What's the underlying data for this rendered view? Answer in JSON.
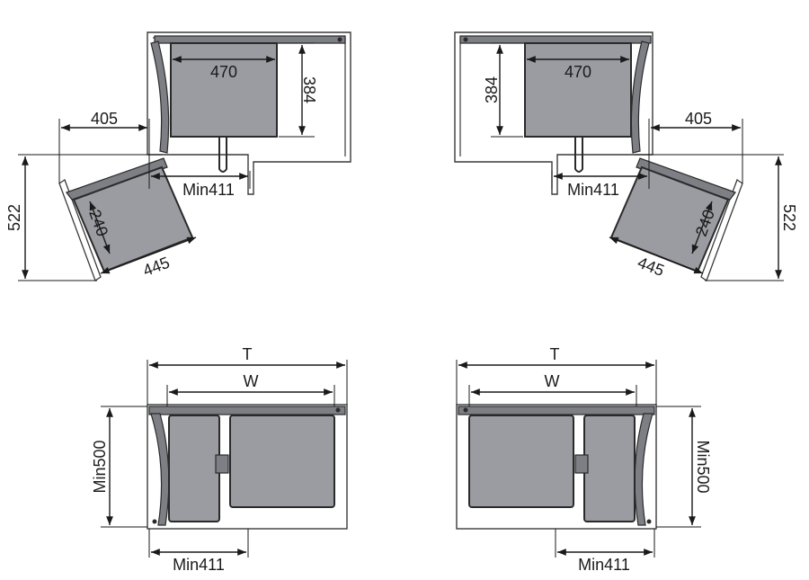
{
  "colors": {
    "bin": "#9a9ca1",
    "outline": "#2a2a2a",
    "rail": "#7d7f84"
  },
  "top_left": {
    "bin_width": "470",
    "bin_depth": "384",
    "opening": "405",
    "min_width": "Min411",
    "height": "522",
    "small_bin": "240",
    "small_bin_length": "445"
  },
  "top_right": {
    "bin_width": "470",
    "bin_depth": "384",
    "opening": "405",
    "min_width": "Min411",
    "height": "522",
    "small_bin": "240",
    "small_bin_length": "445"
  },
  "bottom_left": {
    "total": "T",
    "width": "W",
    "min_depth": "Min500",
    "min_width": "Min411"
  },
  "bottom_right": {
    "total": "T",
    "width": "W",
    "min_depth": "Min500",
    "min_width": "Min411"
  }
}
